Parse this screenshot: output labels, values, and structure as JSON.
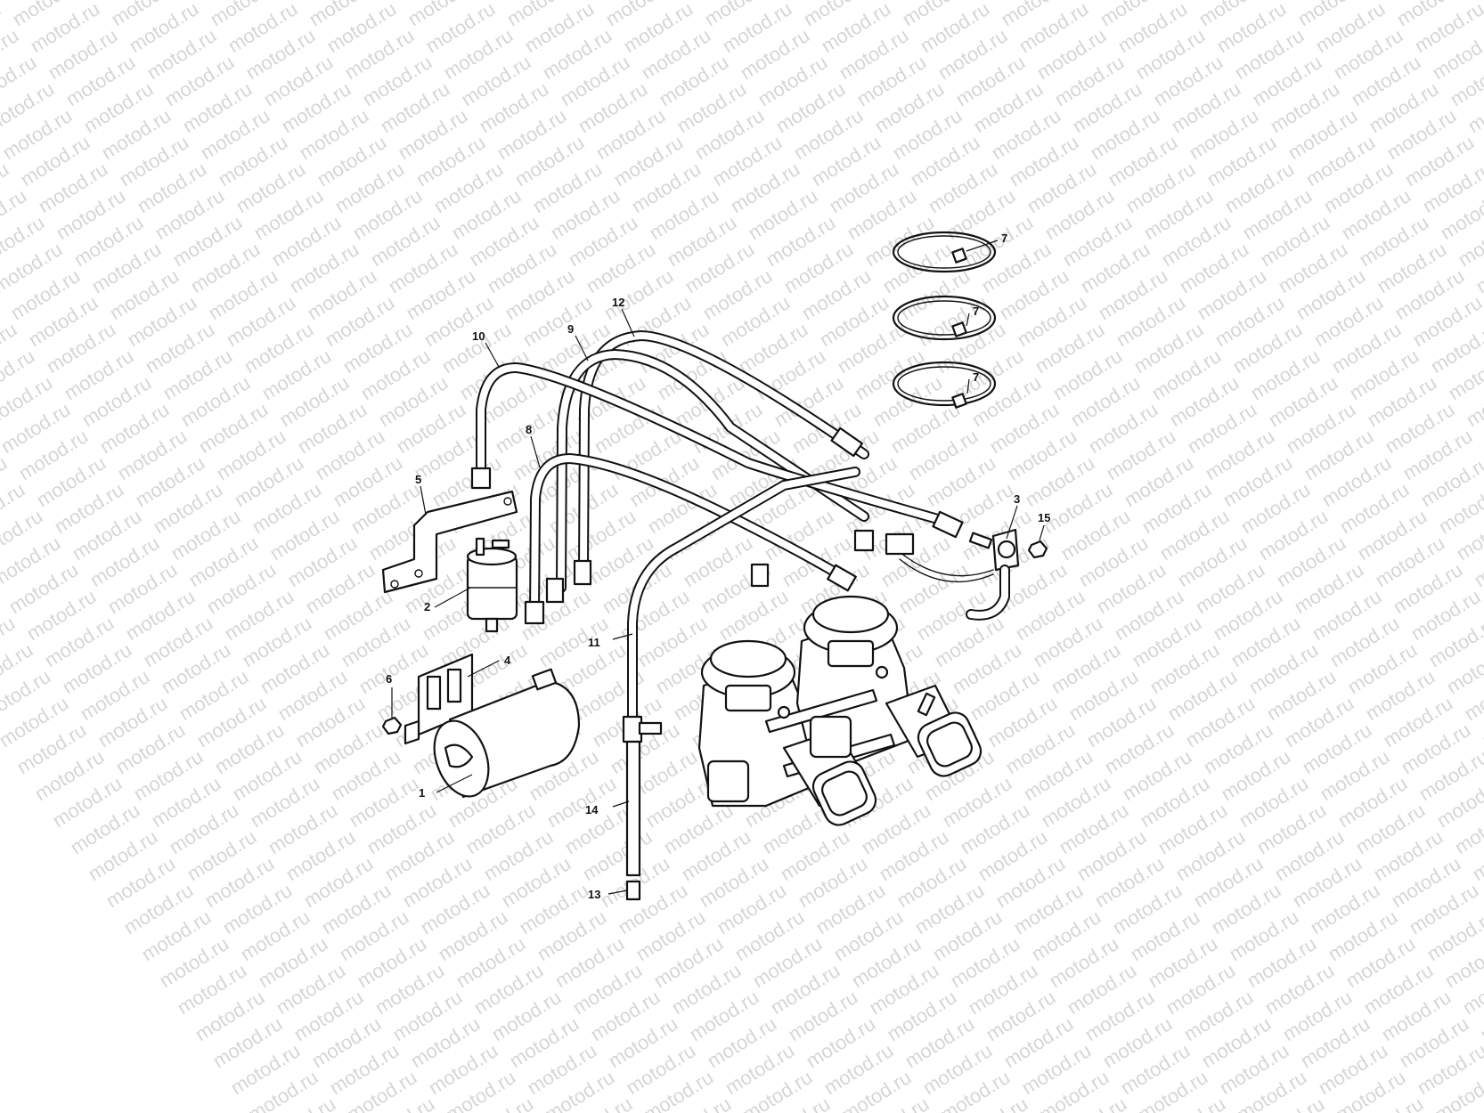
{
  "watermark": "motod.ru",
  "callouts": [
    {
      "id": "label-1",
      "text": "1"
    },
    {
      "id": "label-2",
      "text": "2"
    },
    {
      "id": "label-3",
      "text": "3"
    },
    {
      "id": "label-4",
      "text": "4"
    },
    {
      "id": "label-5",
      "text": "5"
    },
    {
      "id": "label-6",
      "text": "6"
    },
    {
      "id": "label-7a",
      "text": "7"
    },
    {
      "id": "label-7b",
      "text": "7"
    },
    {
      "id": "label-7c",
      "text": "7"
    },
    {
      "id": "label-8",
      "text": "8"
    },
    {
      "id": "label-9",
      "text": "9"
    },
    {
      "id": "label-10",
      "text": "10"
    },
    {
      "id": "label-11",
      "text": "11"
    },
    {
      "id": "label-12",
      "text": "12"
    },
    {
      "id": "label-13",
      "text": "13"
    },
    {
      "id": "label-14",
      "text": "14"
    },
    {
      "id": "label-15",
      "text": "15"
    }
  ]
}
